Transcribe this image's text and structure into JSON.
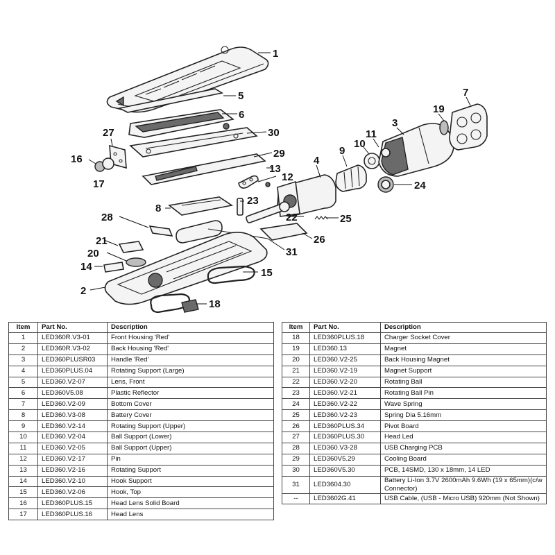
{
  "diagram": {
    "callouts": [
      "1",
      "2",
      "3",
      "4",
      "5",
      "6",
      "7",
      "8",
      "9",
      "10",
      "11",
      "12",
      "13",
      "14",
      "15",
      "16",
      "17",
      "18",
      "19",
      "20",
      "21",
      "22",
      "23",
      "24",
      "25",
      "26",
      "27",
      "28",
      "29",
      "30",
      "31"
    ]
  },
  "parts_table": {
    "headers": {
      "item": "Item",
      "part_no": "Part No.",
      "description": "Description"
    },
    "left_rows": [
      {
        "item": "1",
        "part_no": "LED360R.V3-01",
        "description": "Front Housing 'Red'"
      },
      {
        "item": "2",
        "part_no": "LED360R.V3-02",
        "description": "Back Housing 'Red'"
      },
      {
        "item": "3",
        "part_no": "LED360PLUSR03",
        "description": "Handle 'Red'"
      },
      {
        "item": "4",
        "part_no": "LED360PLUS.04",
        "description": "Rotating Support (Large)"
      },
      {
        "item": "5",
        "part_no": "LED360.V2-07",
        "description": "Lens, Front"
      },
      {
        "item": "6",
        "part_no": "LED360V5.08",
        "description": "Plastic Reflector"
      },
      {
        "item": "7",
        "part_no": "LED360.V2-09",
        "description": "Bottom Cover"
      },
      {
        "item": "8",
        "part_no": "LED360.V3-08",
        "description": "Battery Cover"
      },
      {
        "item": "9",
        "part_no": "LED360.V2-14",
        "description": "Rotating Support (Upper)"
      },
      {
        "item": "10",
        "part_no": "LED360.V2-04",
        "description": "Ball Support (Lower)"
      },
      {
        "item": "11",
        "part_no": "LED360.V2-05",
        "description": "Ball Support (Upper)"
      },
      {
        "item": "12",
        "part_no": "LED360.V2-17",
        "description": "Pin"
      },
      {
        "item": "13",
        "part_no": "LED360.V2-16",
        "description": "Rotating Support"
      },
      {
        "item": "14",
        "part_no": "LED360.V2-10",
        "description": "Hook Support"
      },
      {
        "item": "15",
        "part_no": "LED360.V2-06",
        "description": "Hook, Top"
      },
      {
        "item": "16",
        "part_no": "LED360PLUS.15",
        "description": "Head Lens Solid Board"
      },
      {
        "item": "17",
        "part_no": "LED360PLUS.16",
        "description": "Head Lens"
      }
    ],
    "right_rows": [
      {
        "item": "18",
        "part_no": "LED360PLUS.18",
        "description": "Charger Socket Cover"
      },
      {
        "item": "19",
        "part_no": "LED360.13",
        "description": "Magnet"
      },
      {
        "item": "20",
        "part_no": "LED360.V2-25",
        "description": "Back Housing Magnet"
      },
      {
        "item": "21",
        "part_no": "LED360.V2-19",
        "description": "Magnet Support"
      },
      {
        "item": "22",
        "part_no": "LED360.V2-20",
        "description": "Rotating Ball"
      },
      {
        "item": "23",
        "part_no": "LED360.V2-21",
        "description": "Rotating Ball Pin"
      },
      {
        "item": "24",
        "part_no": "LED360.V2-22",
        "description": "Wave Spring"
      },
      {
        "item": "25",
        "part_no": "LED360.V2-23",
        "description": "Spring Dia 5.16mm"
      },
      {
        "item": "26",
        "part_no": "LED360PLUS.34",
        "description": "Pivot Board"
      },
      {
        "item": "27",
        "part_no": "LED360PLUS.30",
        "description": "Head Led"
      },
      {
        "item": "28",
        "part_no": "LED360.V3-28",
        "description": "USB Charging PCB"
      },
      {
        "item": "29",
        "part_no": "LED360V5.29",
        "description": "Cooling Board"
      },
      {
        "item": "30",
        "part_no": "LED360V5.30",
        "description": "PCB, 14SMD, 130 x 18mm, 14 LED"
      },
      {
        "item": "31",
        "part_no": "LED3604.30",
        "description": "Battery Li-Ion 3.7V 2600mAh 9.6Wh (19 x 65mm)(c/w Connector)"
      },
      {
        "item": "--",
        "part_no": "LED3602G.41",
        "description": "USB Cable, (USB - Micro USB) 920mm (Not Shown)"
      }
    ]
  }
}
